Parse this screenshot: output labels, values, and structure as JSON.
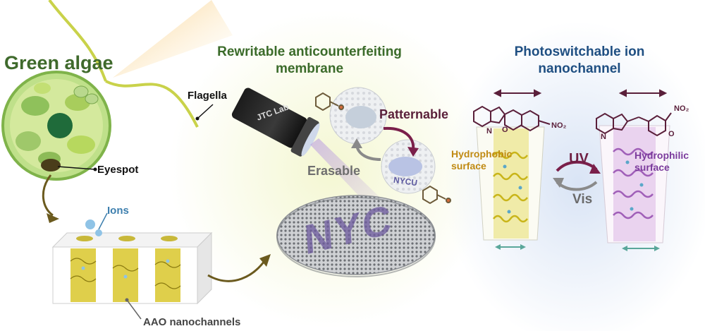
{
  "labels": {
    "green_algae": "Green algae",
    "flagella": "Flagella",
    "eyespot": "Eyespot",
    "ions": "Ions",
    "aao_nanochannels": "AAO nanochannels",
    "rewritable": "Rewritable anticounterfeiting membrane",
    "photoswitchable": "Photoswitchable ion nanochannel",
    "patternable": "Patternable",
    "erasable": "Erasable",
    "hydrophobic": "Hydrophobic surface",
    "hydrophilic": "Hydrophilic surface",
    "uv": "UV",
    "vis": "Vis",
    "device_label": "JTC Lab",
    "membrane_text": "NYC",
    "disc_text": "NYCU",
    "no2_left": "NO₂",
    "no2_right": "NO₂",
    "n_left": "N",
    "o_left": "O",
    "n_right": "N",
    "o_right": "O"
  },
  "colors": {
    "algae_green": "#3f6a2c",
    "photoswitch_blue": "#1f4f82",
    "hydrophobic_yellow": "#d4c21a",
    "hydrophilic_purple": "#a05fb8",
    "uv_arrow": "#7a1f4a",
    "ion_blue": "#8fc3e6"
  }
}
